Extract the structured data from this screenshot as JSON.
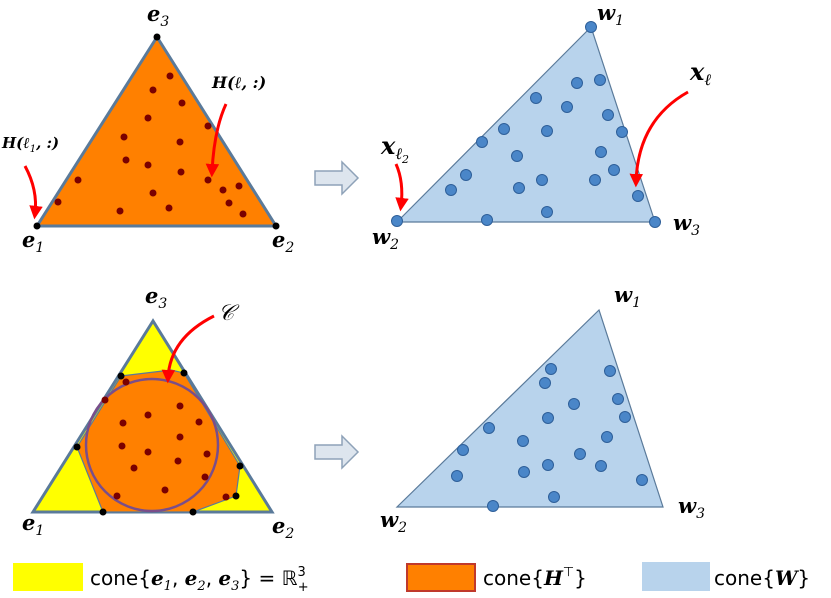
{
  "panels": {
    "top_left": {
      "vertex_labels": [
        {
          "base": "e",
          "sub": "3"
        },
        {
          "base": "e",
          "sub": "1"
        },
        {
          "base": "e",
          "sub": "2"
        }
      ],
      "annot_h_row": "H(ℓ, :)",
      "annot_h_row1": "H(ℓ",
      "annot_h_row1_sub": "1",
      "annot_h_row1_tail": ", :)"
    },
    "top_right": {
      "vertex_labels": [
        {
          "base": "w",
          "sub": "1"
        },
        {
          "base": "w",
          "sub": "2"
        },
        {
          "base": "w",
          "sub": "3"
        }
      ],
      "annot_x": {
        "base": "x",
        "sub": "ℓ"
      },
      "annot_x2": {
        "base": "x",
        "sub": "ℓ",
        "subsub": "2"
      }
    },
    "bottom_left": {
      "vertex_labels": [
        {
          "base": "e",
          "sub": "3"
        },
        {
          "base": "e",
          "sub": "1"
        },
        {
          "base": "e",
          "sub": "2"
        }
      ],
      "annot_c": "𝒞"
    },
    "bottom_right": {
      "vertex_labels": [
        {
          "base": "w",
          "sub": "1"
        },
        {
          "base": "w",
          "sub": "2"
        },
        {
          "base": "w",
          "sub": "3"
        }
      ]
    }
  },
  "legend": [
    {
      "text_a": "cone{",
      "math": "e",
      "math_subs": [
        "1",
        "2",
        "3"
      ],
      "text_b": "} = ℝ",
      "sup": "3",
      "subplus": "+",
      "color": "#ffff00",
      "border": "#ffff00"
    },
    {
      "text_a": "cone{",
      "math": "H",
      "sup": "⊤",
      "text_b": "}",
      "color": "#ff8000",
      "border": "#c0392b"
    },
    {
      "text_a": "cone{",
      "math": "W",
      "text_b": "}",
      "color": "#b8d3ec",
      "border": "#b8d3ec"
    }
  ],
  "colors": {
    "orange": "#ff8000",
    "yellow": "#ffff00",
    "blue_fill": "#b8d3ec",
    "blue_dot": "#4a86c8",
    "dark_dot": "#7a0000",
    "arrow_red": "#ff0000",
    "circle": "#7a4e8a",
    "triangle_edge": "#4a6a8a"
  }
}
